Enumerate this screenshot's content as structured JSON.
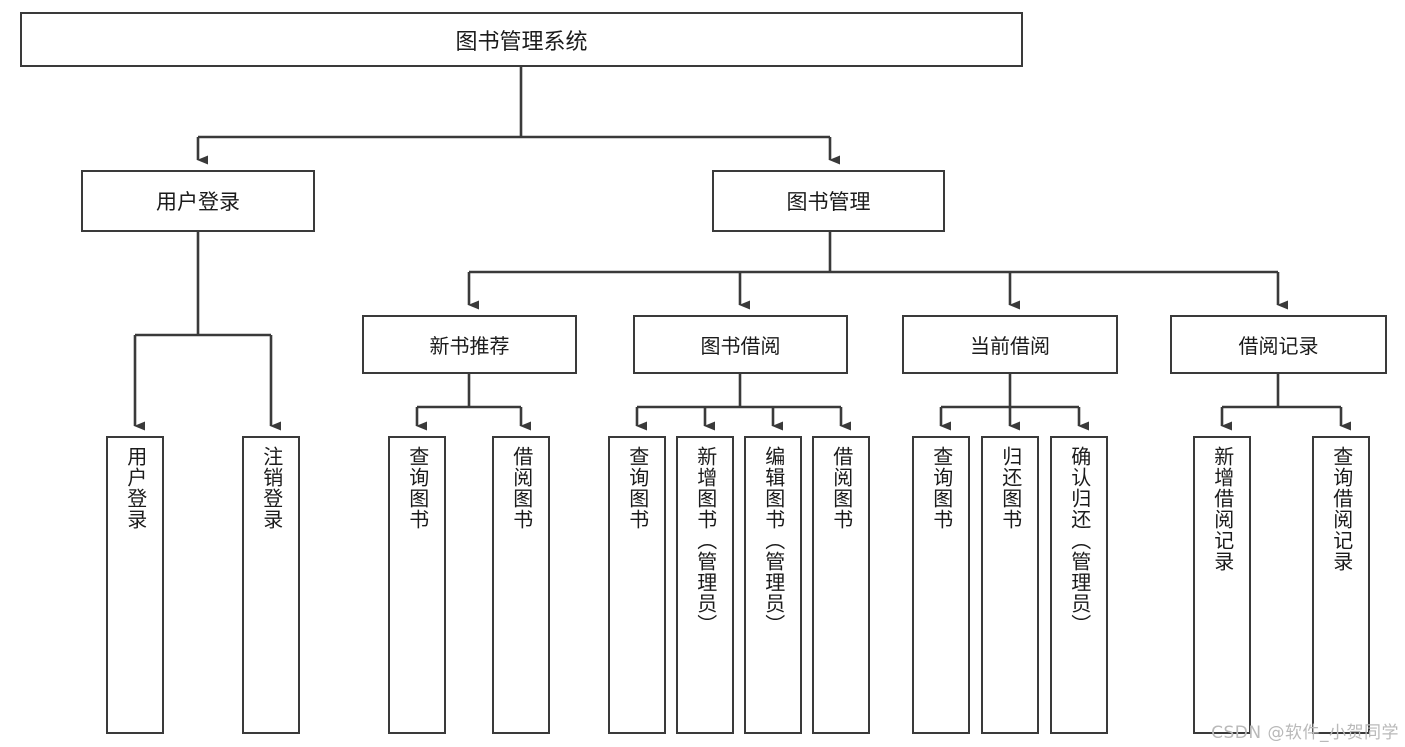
{
  "diagram": {
    "title": "图书管理系统",
    "type": "functional-structure-tree",
    "root": {
      "id": "root",
      "label": "图书管理系统"
    },
    "level1": [
      {
        "id": "user-login",
        "label": "用户登录"
      },
      {
        "id": "book-manage",
        "label": "图书管理"
      }
    ],
    "level2": [
      {
        "id": "new-book-rec",
        "label": "新书推荐",
        "parent": "book-manage"
      },
      {
        "id": "book-borrow",
        "label": "图书借阅",
        "parent": "book-manage"
      },
      {
        "id": "current-borrow",
        "label": "当前借阅",
        "parent": "book-manage"
      },
      {
        "id": "borrow-record",
        "label": "借阅记录",
        "parent": "book-manage"
      }
    ],
    "leaves": {
      "user_login": [
        {
          "id": "leaf-user-login",
          "label": "用户登录"
        },
        {
          "id": "leaf-logout",
          "label": "注销登录"
        }
      ],
      "new_book_rec": [
        {
          "id": "leaf-query-book-1",
          "label": "查询图书"
        },
        {
          "id": "leaf-borrow-book-1",
          "label": "借阅图书"
        }
      ],
      "book_borrow": [
        {
          "id": "leaf-query-book-2",
          "label": "查询图书"
        },
        {
          "id": "leaf-add-book",
          "label": "新增图书（管理员）"
        },
        {
          "id": "leaf-edit-book",
          "label": "编辑图书（管理员）"
        },
        {
          "id": "leaf-borrow-book-2",
          "label": "借阅图书"
        }
      ],
      "current_borrow": [
        {
          "id": "leaf-query-book-3",
          "label": "查询图书"
        },
        {
          "id": "leaf-return-book",
          "label": "归还图书"
        },
        {
          "id": "leaf-confirm-return",
          "label": "确认归还（管理员）"
        }
      ],
      "borrow_record": [
        {
          "id": "leaf-add-record",
          "label": "新增借阅记录"
        },
        {
          "id": "leaf-query-record",
          "label": "查询借阅记录"
        }
      ]
    }
  },
  "watermark": {
    "text": "CSDN @软件_小贺同学"
  },
  "colors": {
    "border": "#3a3a3a",
    "text": "#1b1b1b",
    "background": "#ffffff",
    "watermark": "#b9b9b9",
    "edge": "#3a3a3a"
  }
}
